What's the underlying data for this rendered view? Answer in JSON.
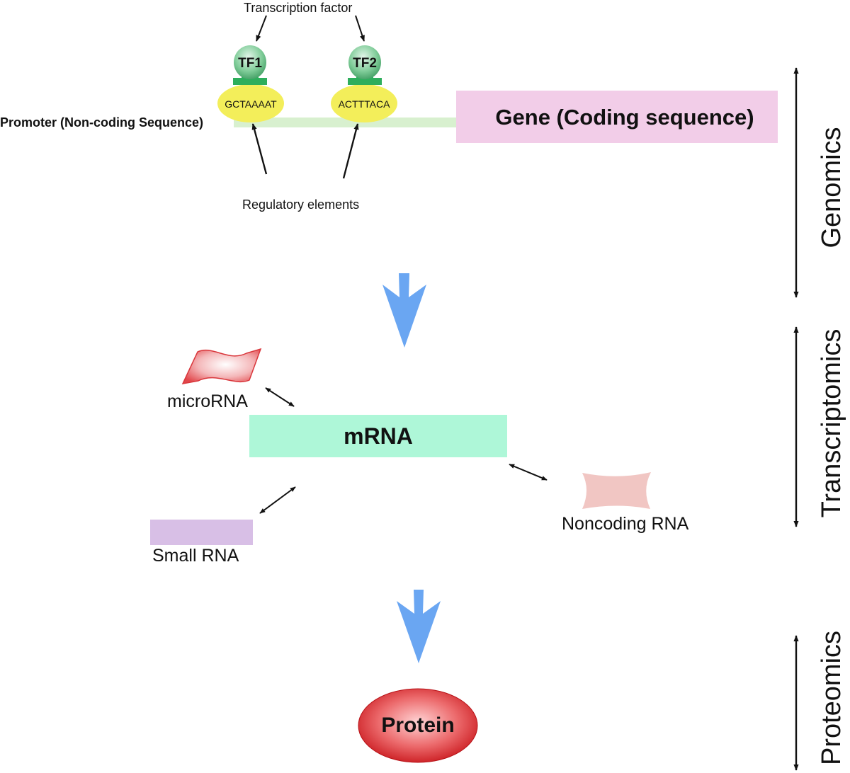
{
  "genomics": {
    "transcription_factor_label": "Transcription factor",
    "tf1": {
      "label": "TF1",
      "sequence": "GCTAAAAT"
    },
    "tf2": {
      "label": "TF2",
      "sequence": "ACTTTACA"
    },
    "promoter_label": "Promoter (Non-coding Sequence)",
    "gene_label": "Gene (Coding sequence)",
    "regulatory_label": "Regulatory elements"
  },
  "transcriptomics": {
    "mrna_label": "mRNA",
    "microrna_label": "microRNA",
    "small_rna_label": "Small RNA",
    "noncoding_rna_label": "Noncoding RNA"
  },
  "proteomics": {
    "protein_label": "Protein"
  },
  "side_labels": {
    "genomics": "Genomics",
    "transcriptomics": "Transcriptomics",
    "proteomics": "Proteomics"
  },
  "colors": {
    "tf_green": "#6fc08a",
    "binding_site_yellow": "#f3ee5a",
    "promoter_line": "#d8f0cf",
    "gene_box": "#f2cde8",
    "mrna_box": "#aef7d8",
    "flow_arrow_blue": "#6aa6f2",
    "microrna_red": "#e2474b",
    "small_rna_purple": "#d8bfe6",
    "noncoding_rna_pink": "#f1c6c3",
    "protein_red": "#d9272b"
  }
}
